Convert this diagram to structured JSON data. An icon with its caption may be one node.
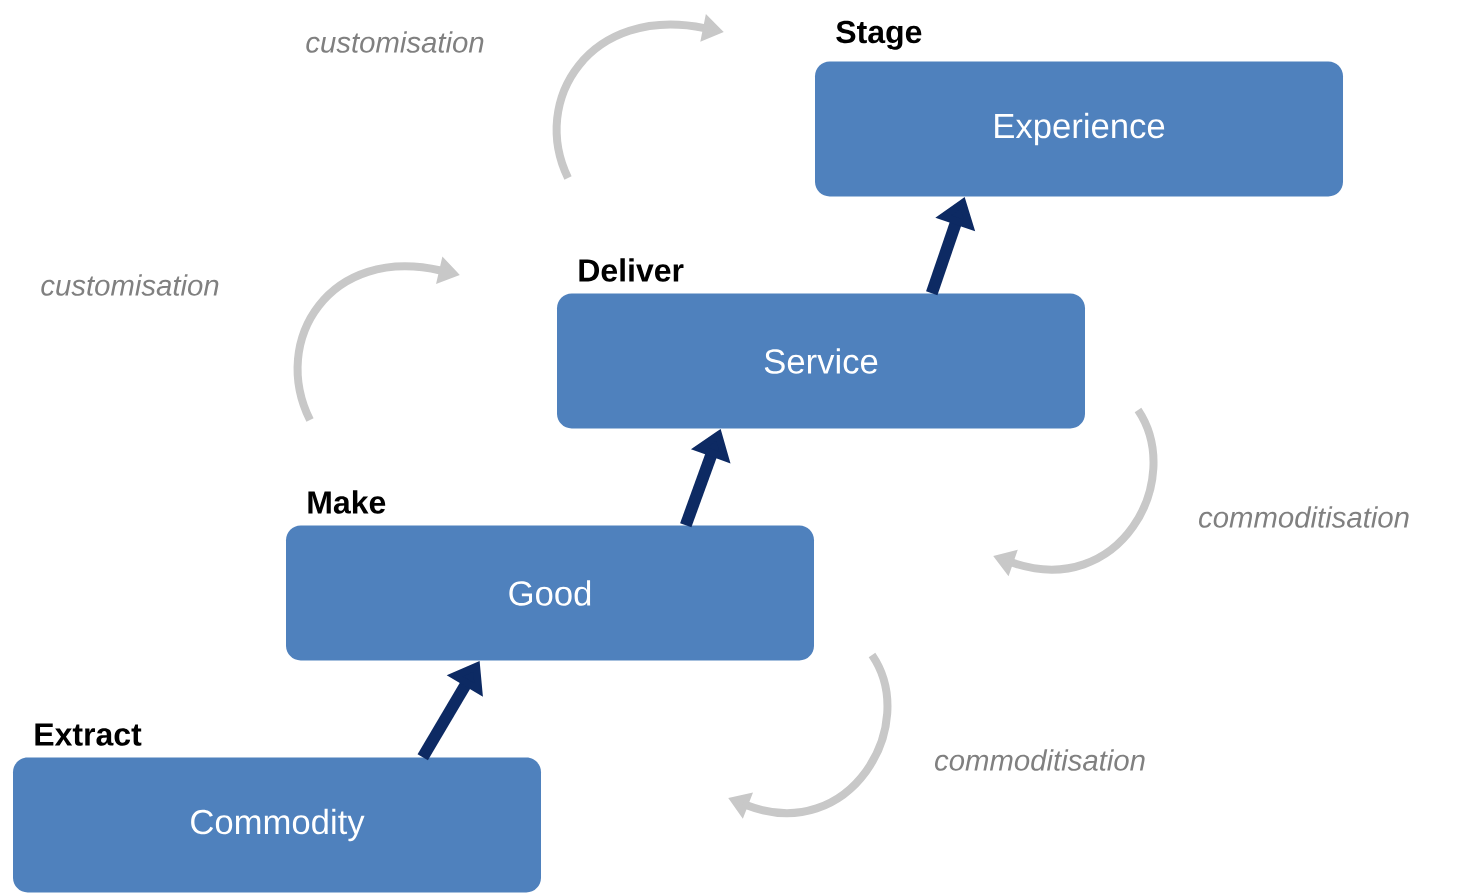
{
  "diagram": {
    "nodes": [
      {
        "text": [
          "Stage",
          "Experience"
        ]
      },
      {
        "text": [
          "Deliver",
          "Service"
        ]
      },
      {
        "text": [
          "Make",
          "Good"
        ]
      },
      {
        "text": [
          "Extract",
          "Commodity"
        ]
      }
    ],
    "edges": [
      {
        "from": 3,
        "to": 2,
        "arrow": "to"
      },
      {
        "from": 2,
        "to": 1,
        "arrow": "to"
      },
      {
        "from": 1,
        "to": 0,
        "arrow": "to"
      }
    ],
    "labels": [
      "customisation",
      "customisation",
      "commoditisation",
      "commoditisation"
    ]
  }
}
